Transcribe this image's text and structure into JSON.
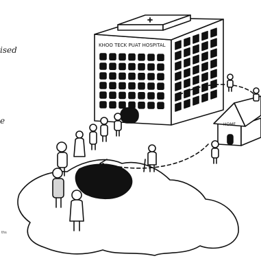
{
  "hospital": {
    "sign": "KHOO TECK PUAT HOSPITAL"
  },
  "home": {
    "sign": "HOME"
  },
  "text_fragments": {
    "left_top": "ised",
    "left_mid": "e",
    "bottom_small": "ths"
  },
  "colors": {
    "ink": "#111111",
    "paper": "#ffffff",
    "gray": "#d6d6d6"
  },
  "icons": {
    "cross": "medical-cross-icon"
  }
}
